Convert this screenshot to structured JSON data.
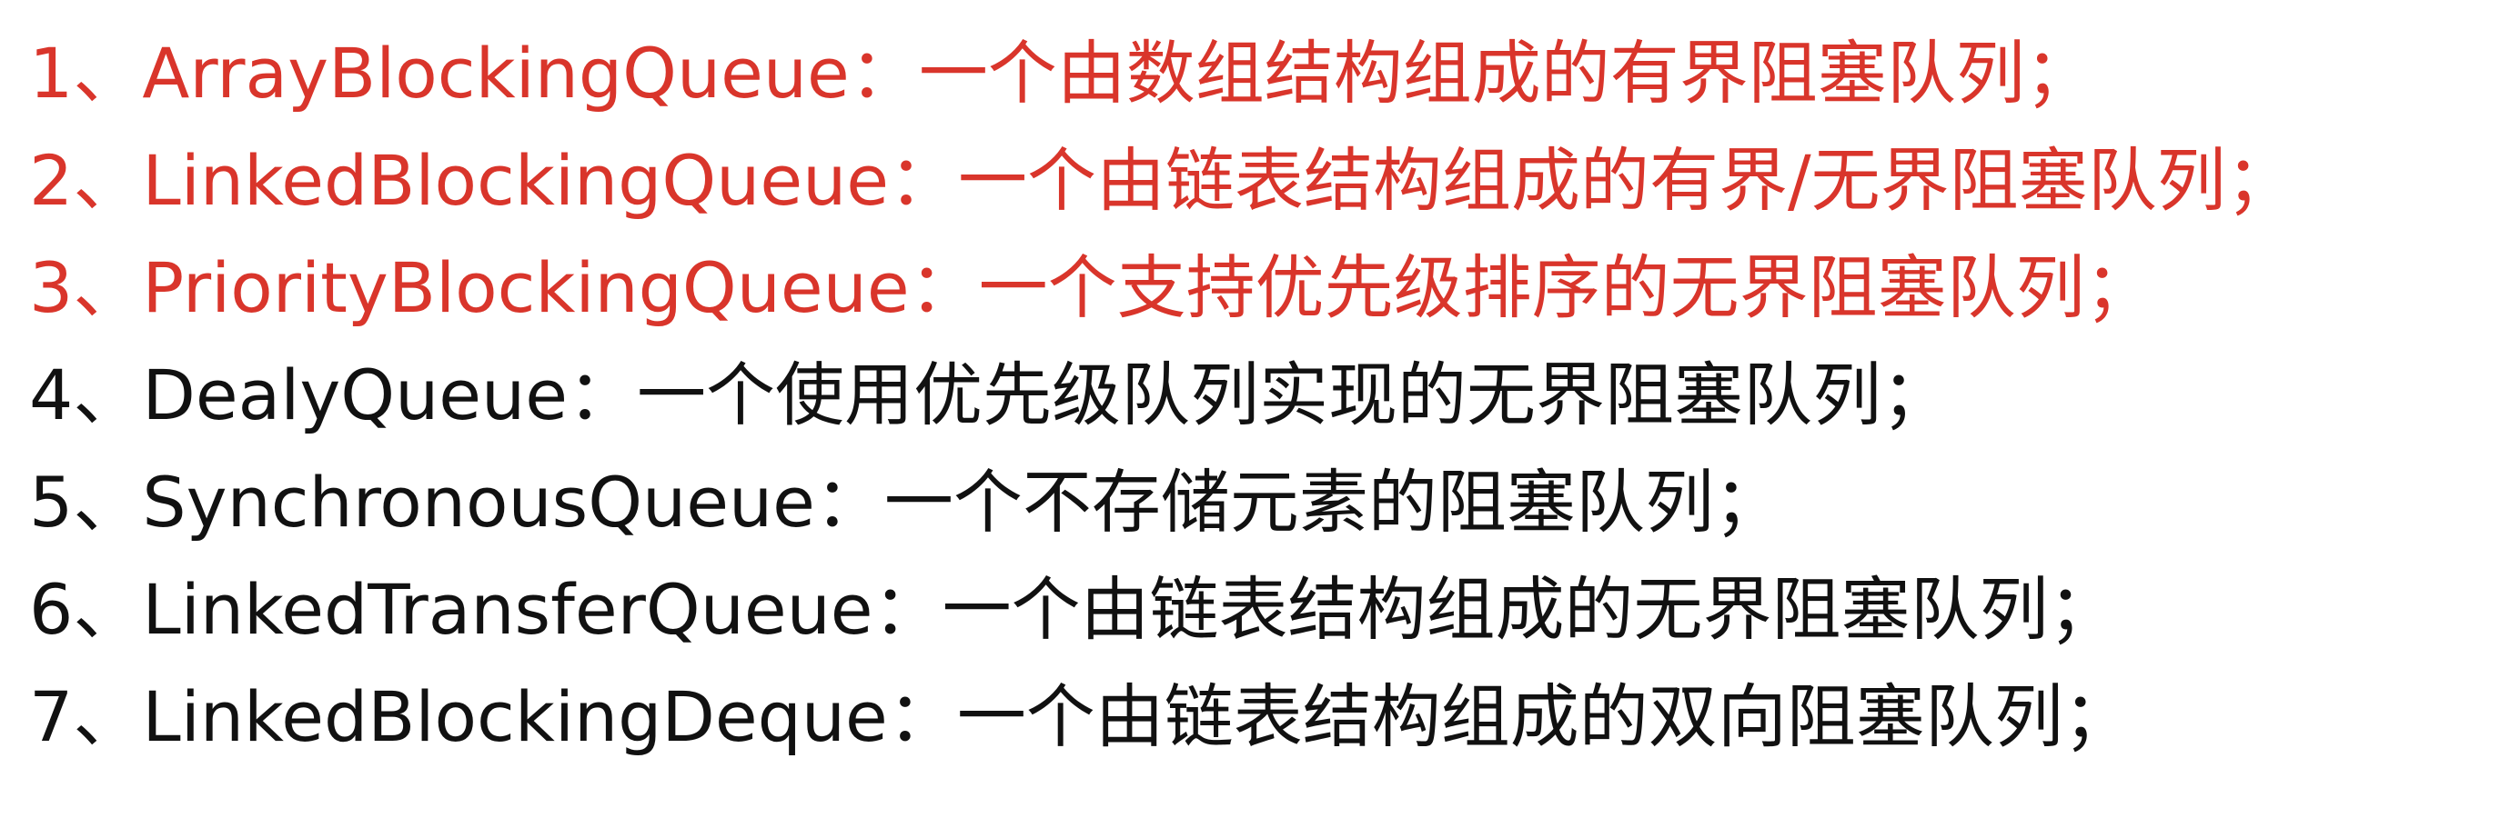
{
  "colors": {
    "highlight": "#d9352b",
    "normal": "#111111",
    "background": "#ffffff"
  },
  "items": [
    {
      "number": "1",
      "separator": "、",
      "name": "ArrayBlockingQueue",
      "colon": "：",
      "description": "一个由数组结构组成的有界阻塞队列；",
      "highlighted": true
    },
    {
      "number": "2",
      "separator": "、",
      "name": "LinkedBlockingQueue",
      "colon": "：",
      "description": "一个由链表结构组成的有界/无界阻塞队列；",
      "highlighted": true
    },
    {
      "number": "3",
      "separator": "、",
      "name": "PriorityBlockingQueue",
      "colon": "：",
      "description": "一个支持优先级排序的无界阻塞队列；",
      "highlighted": true
    },
    {
      "number": "4",
      "separator": "、",
      "name": "DealyQueue",
      "colon": "：",
      "description": "一个使用优先级队列实现的无界阻塞队列；",
      "highlighted": false
    },
    {
      "number": "5",
      "separator": "、",
      "name": "SynchronousQueue",
      "colon": "：",
      "description": "一个不存储元素的阻塞队列；",
      "highlighted": false
    },
    {
      "number": "6",
      "separator": "、",
      "name": "LinkedTransferQueue",
      "colon": "：",
      "description": "一个由链表结构组成的无界阻塞队列；",
      "highlighted": false
    },
    {
      "number": "7",
      "separator": "、",
      "name": "LinkedBlockingDeque",
      "colon": "：",
      "description": "一个由链表结构组成的双向阻塞队列；",
      "highlighted": false
    }
  ]
}
